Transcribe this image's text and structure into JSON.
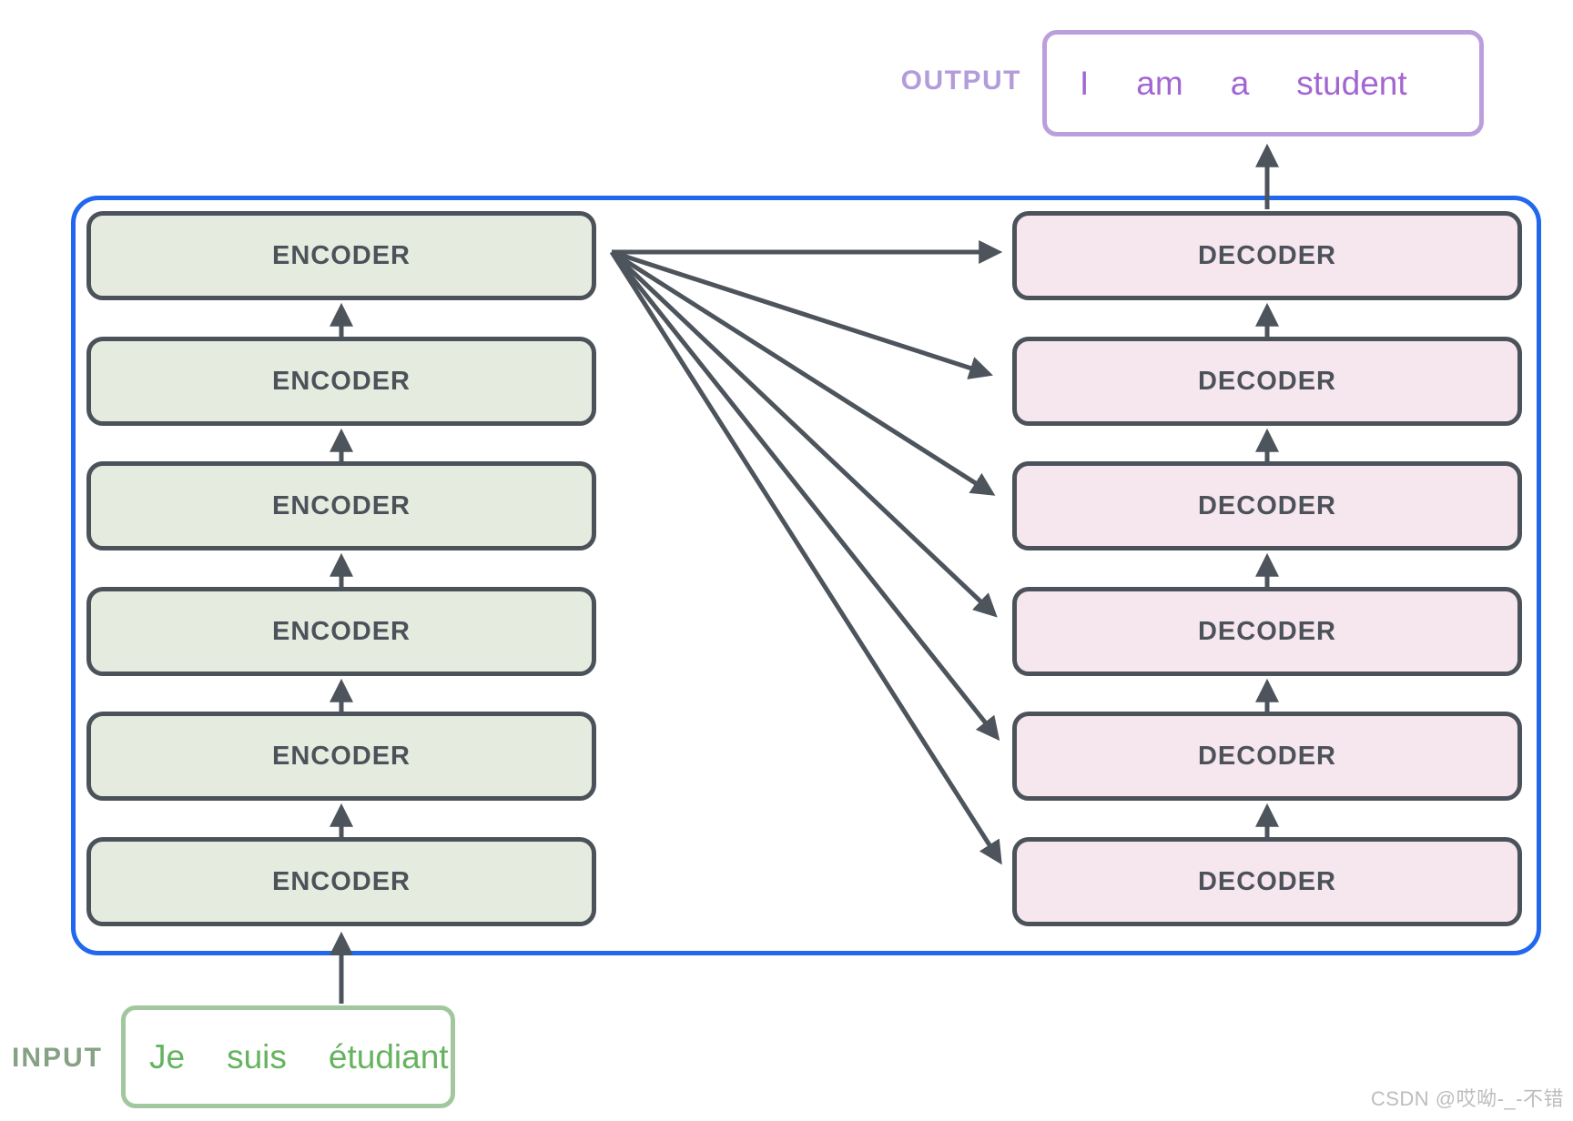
{
  "diagram": {
    "title_hint": "transformer-encoder-decoder-stack",
    "output": {
      "label": "OUTPUT",
      "words": [
        "I",
        "am",
        "a",
        "student"
      ]
    },
    "input": {
      "label": "INPUT",
      "words": [
        "Je",
        "suis",
        "étudiant"
      ]
    },
    "encoders": [
      "ENCODER",
      "ENCODER",
      "ENCODER",
      "ENCODER",
      "ENCODER",
      "ENCODER"
    ],
    "decoders": [
      "DECODER",
      "DECODER",
      "DECODER",
      "DECODER",
      "DECODER",
      "DECODER"
    ],
    "watermark": "CSDN @哎呦-_-不错",
    "colors": {
      "frame_blue": "#2268ee",
      "box_border": "#4c525a",
      "box_text": "#4d525a",
      "encoder_fill": "#e5ecdf",
      "decoder_fill": "#f6e7ef",
      "arrow": "#4d545c",
      "output_border": "#bb9fdd",
      "output_text": "#a266d2",
      "output_label": "#b29dda",
      "input_border": "#a2c79e",
      "input_text": "#65b35f",
      "input_label": "#86a186",
      "watermark_gray": "#bdbdbd"
    }
  }
}
